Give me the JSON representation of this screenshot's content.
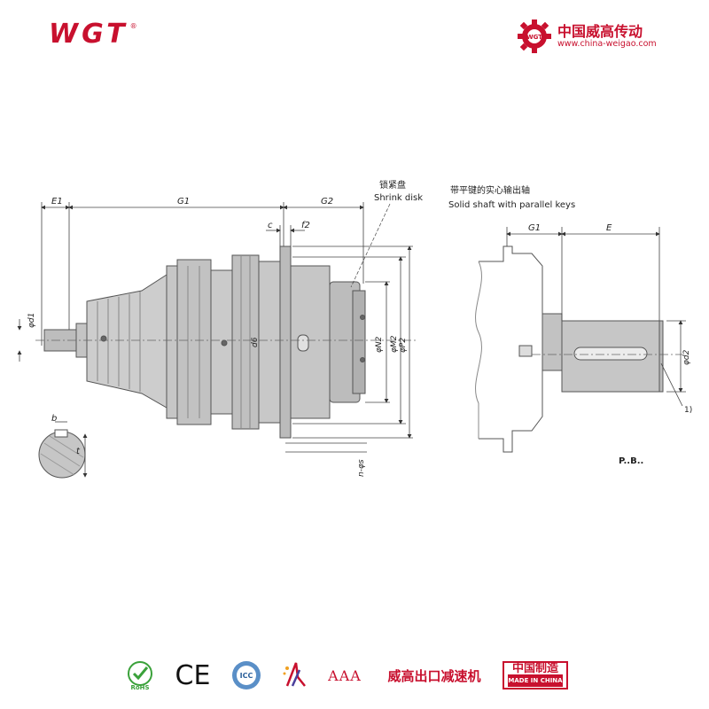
{
  "header": {
    "logo_text": "WGT",
    "logo_mark": "®",
    "brand_cn": "中国威高传动",
    "brand_url": "www.china-weigao.com",
    "brand_icon": "gear-wgt-icon",
    "colors": {
      "brand_red": "#c8102e",
      "line": "#444444",
      "body_fill": "#c9c9c9"
    }
  },
  "drawing": {
    "main_view": {
      "dims_top": {
        "e1": "E1",
        "g1": "G1",
        "g2": "G2",
        "c": "c",
        "f2": "f2"
      },
      "shrink_disk_cn": "锁紧盘",
      "shrink_disk_en": "Shrink disk",
      "dims_vertical": {
        "d1": "φd1",
        "d6": "d6",
        "n2": "φN2",
        "m2": "φM2",
        "p2": "φP2",
        "s": "n-φs"
      }
    },
    "key_section": {
      "b": "b",
      "t": "t"
    },
    "output_view": {
      "title_cn": "带平键的实心输出轴",
      "title_en": "Solid shaft with parallel keys",
      "dims": {
        "g1": "G1",
        "e": "E",
        "d2": "φd2",
        "note": "1)"
      },
      "model": "P..B.."
    }
  },
  "footer": {
    "items": [
      "RoHS",
      "CE",
      "ICC",
      "AAA",
      "威高出口减速机",
      "中国制造",
      "MADE IN CHINA"
    ]
  }
}
